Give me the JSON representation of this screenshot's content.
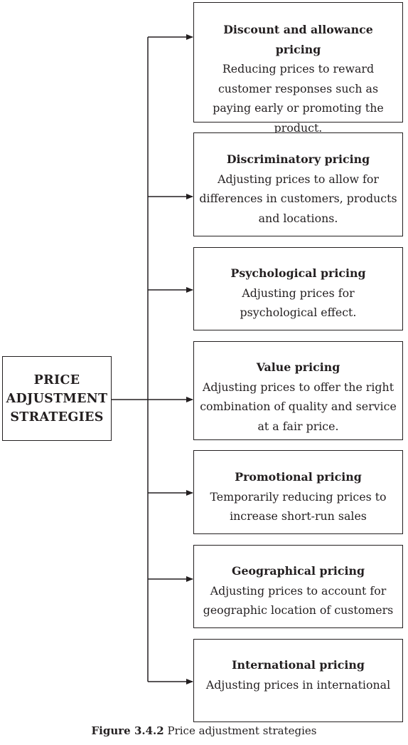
{
  "root": {
    "lines": [
      "PRICE",
      "ADJUSTMENT",
      "STRATEGIES"
    ]
  },
  "strategies": [
    {
      "title": "Discount and allowance pricing",
      "description": "Reducing prices to reward customer responses such as paying early or promoting the product."
    },
    {
      "title": "Discriminatory pricing",
      "description": "Adjusting prices to allow for differences in customers, products and locations."
    },
    {
      "title": "Psychological pricing",
      "description": "Adjusting prices for psychological effect."
    },
    {
      "title": "Value pricing",
      "description": "Adjusting prices to offer the right combination of quality and service at a fair price."
    },
    {
      "title": "Promotional pricing",
      "description": "Temporarily reducing prices to increase short-run sales"
    },
    {
      "title": "Geographical pricing",
      "description": "Adjusting prices to account for geographic location of customers"
    },
    {
      "title": "International pricing",
      "description": "Adjusting prices in international"
    }
  ],
  "caption": {
    "label": "Figure 3.4.2",
    "text": "Price adjustment strategies"
  },
  "colors": {
    "line": "#231f20",
    "background": "#ffffff"
  }
}
